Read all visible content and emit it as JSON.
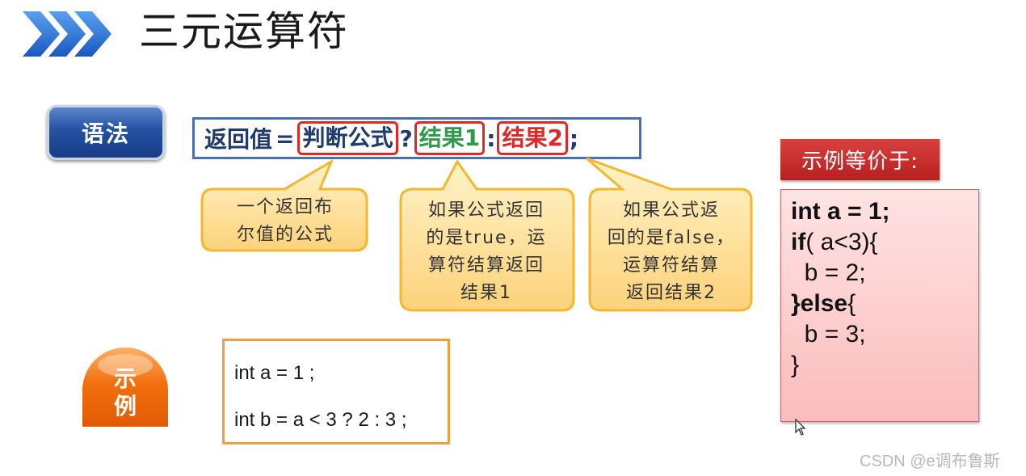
{
  "header": {
    "title": "三元运算符"
  },
  "syntax": {
    "button_label": "语法",
    "formula": {
      "lhs": "返回值",
      "equals": "=",
      "condition": "判断公式",
      "question": "?",
      "result1": "结果1",
      "colon": ":",
      "result2": "结果2",
      "semicolon": ";"
    }
  },
  "callouts": [
    {
      "lines": [
        "一个返回布",
        "尔值的公式"
      ]
    },
    {
      "lines": [
        "如果公式返回",
        "的是true，运",
        "算符结算返回",
        "结果1"
      ]
    },
    {
      "lines": [
        "如果公式返",
        "回的是false，",
        "运算符结算",
        "返回结果2"
      ]
    }
  ],
  "example": {
    "badge_line1": "示",
    "badge_line2": "例",
    "code_lines": [
      "int a = 1 ;",
      "int b = a < 3 ? 2 : 3 ;"
    ]
  },
  "equivalent": {
    "label": "示例等价于:",
    "lines": [
      {
        "kw": "int a = 1;",
        "rest": ""
      },
      {
        "kw": "if",
        "rest": "( a<3){"
      },
      {
        "kw": "",
        "rest": "  b = 2;"
      },
      {
        "kw": "}else",
        "rest": "{",
        "prefix": ""
      },
      {
        "kw": "",
        "rest": "  b = 3;"
      },
      {
        "kw": "",
        "rest": "}"
      }
    ]
  },
  "watermark": "CSDN @e调布鲁斯",
  "colors": {
    "header_chevron": "#2a6fd6",
    "syntax_button": "#2452a3",
    "formula_border": "#4a6fb0",
    "highlight_box": "#e02828",
    "result1_text": "#2e9a4a",
    "result2_text": "#e02828",
    "callout_fill": "#fde09a",
    "callout_border": "#f5b731",
    "example_badge": "#f26a10",
    "example_box_border": "#f0a040",
    "equiv_label_bg": "#c62e2e",
    "equiv_box_bg": "#fcc8c8"
  }
}
